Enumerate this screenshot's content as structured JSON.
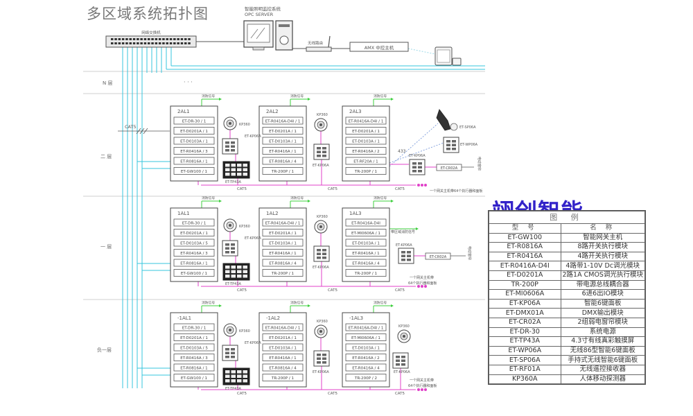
{
  "title": "多区域系统拓扑图",
  "brand": "翊创智能",
  "top": {
    "switch_label": "网络交换机",
    "server_label_1": "智能照明监控系统",
    "server_label_2": "OPC SERVER",
    "router_label": "无线路由",
    "amx_label": "AMX 中控主机",
    "dots": "· · ·"
  },
  "floors": {
    "n": "N 层",
    "f2": "二 层",
    "f1": "一 层",
    "b1": "负一层"
  },
  "cables": {
    "cat5": "CAT5"
  },
  "fire_signal": "消防信号",
  "zone_fire_signal": "带区域消防信号",
  "note": "一个网关主机带64个执行器和面板",
  "note_1": "一个网关主机带",
  "note_2": "64个执行器和面板",
  "wireless_433": "433",
  "cabinets": {
    "f2_1": {
      "name": "2AL1",
      "modules": [
        "ET-DR-30 / 1",
        "ET-D0201A / 1",
        "ET-D0103A / 1",
        "ET-R0416A / 3",
        "ET-R0816A / 1",
        "ET-GW100 / 1"
      ]
    },
    "f2_2": {
      "name": "2AL2",
      "modules": [
        "ET-R0416A-D4I / 1",
        "ET-D0201A / 1",
        "ET-D0103A / 1",
        "ET-R0416A / 1",
        "ET-R0816A / 4",
        "TR-200P / 1"
      ]
    },
    "f2_3": {
      "name": "2AL3",
      "modules": [
        "ET-R0416A-D4I / 1",
        "ET-D0201A / 1",
        "ET-D0103A / 1",
        "ET-R0416A / 2",
        "ET-RF20A / 1",
        "TR-200P / 1"
      ]
    },
    "f1_1": {
      "name": "1AL1",
      "modules": [
        "ET-DR-30 / 1",
        "ET-D0201A / 1",
        "ET-D0103A / 5",
        "ET-R0416A / 3",
        "ET-R0816A / 1",
        "ET-GW100 / 1"
      ]
    },
    "f1_2": {
      "name": "1AL2",
      "modules": [
        "ET-R0416A-D4I / 1",
        "ET-D0201A / 1",
        "ET-D0103A / 1",
        "ET-R0416A / 1",
        "ET-R0816A / 4",
        "TR-200P / 1"
      ]
    },
    "f1_3": {
      "name": "1AL3",
      "modules": [
        "ET-R0416A-D4I",
        "ET-MI0606A / 1",
        "ET-D0103A / 1",
        "ET-R0416A / 1",
        "ET-R0416A / 4",
        "TR-200P / 1"
      ]
    },
    "b1_1": {
      "name": "-1AL1",
      "modules": [
        "ET-DR-30 / 1",
        "ET-D0201A / 1",
        "ET-D0103A / 5",
        "ET-R0416A / 3",
        "ET-R0816A / 1",
        "ET-GW100 / 1"
      ]
    },
    "b1_2": {
      "name": "-1AL2",
      "modules": [
        "ET-R0416A-D4I / 1",
        "ET-D0201A / 1",
        "ET-D0103A / 1",
        "ET-R0416A / 1",
        "ET-R0816A / 4",
        "TR-200P / 1"
      ]
    },
    "b1_3": {
      "name": "-1AL3",
      "modules": [
        "ET-R0416A-D4I / 1",
        "ET-MI0606A / 1",
        "ET-D0103A / 1",
        "ET-R0416A / 2",
        "ET-R0416A / 4",
        "TR-200P / 2"
      ]
    }
  },
  "devices": {
    "kp360": "KP360",
    "kp06a": "ET-KP06A",
    "tp43a": "ET-TP43A",
    "sp06a": "ET-SP06A",
    "wp06a": "ET-WP06A",
    "cr02a": "ET-CR02A",
    "curtain": "电动窗帘"
  },
  "legend": {
    "caption": "图 例",
    "col_model": "型 号",
    "col_name": "名 称",
    "rows": [
      [
        "ET-GW100",
        "智能网关主机"
      ],
      [
        "ET-R0816A",
        "8路开关执行模块"
      ],
      [
        "ET-R0416A",
        "4路开关执行模块"
      ],
      [
        "ET-R0416A-D4I",
        "4路带1-10V Dc调光模块"
      ],
      [
        "ET-D0201A",
        "2路1A CMOS调光执行模块"
      ],
      [
        "TR-200P",
        "带电源总线耦合器"
      ],
      [
        "ET-MI0606A",
        "6进6出IO模块"
      ],
      [
        "ET-KP06A",
        "智能6键面板"
      ],
      [
        "ET-DMX01A",
        "DMX输出模块"
      ],
      [
        "ET-CR02A",
        "2组弱电窗帘模块"
      ],
      [
        "ET-DR-30",
        "系统电源"
      ],
      [
        "ET-TP43A",
        "4.3寸有线真彩触摸屏"
      ],
      [
        "ET-WP06A",
        "无线86型智能6键面板"
      ],
      [
        "ET-SP06A",
        "手持式无线智能6键面板"
      ],
      [
        "ET-RF01A",
        "无线遥控接收器"
      ],
      [
        "KP360A",
        "人体移动探测器"
      ]
    ]
  },
  "colors": {
    "cyan": "#35c6dc",
    "magenta": "#e040c8",
    "green": "#3ecf3e",
    "line": "#555555",
    "brand": "#3323c9"
  }
}
